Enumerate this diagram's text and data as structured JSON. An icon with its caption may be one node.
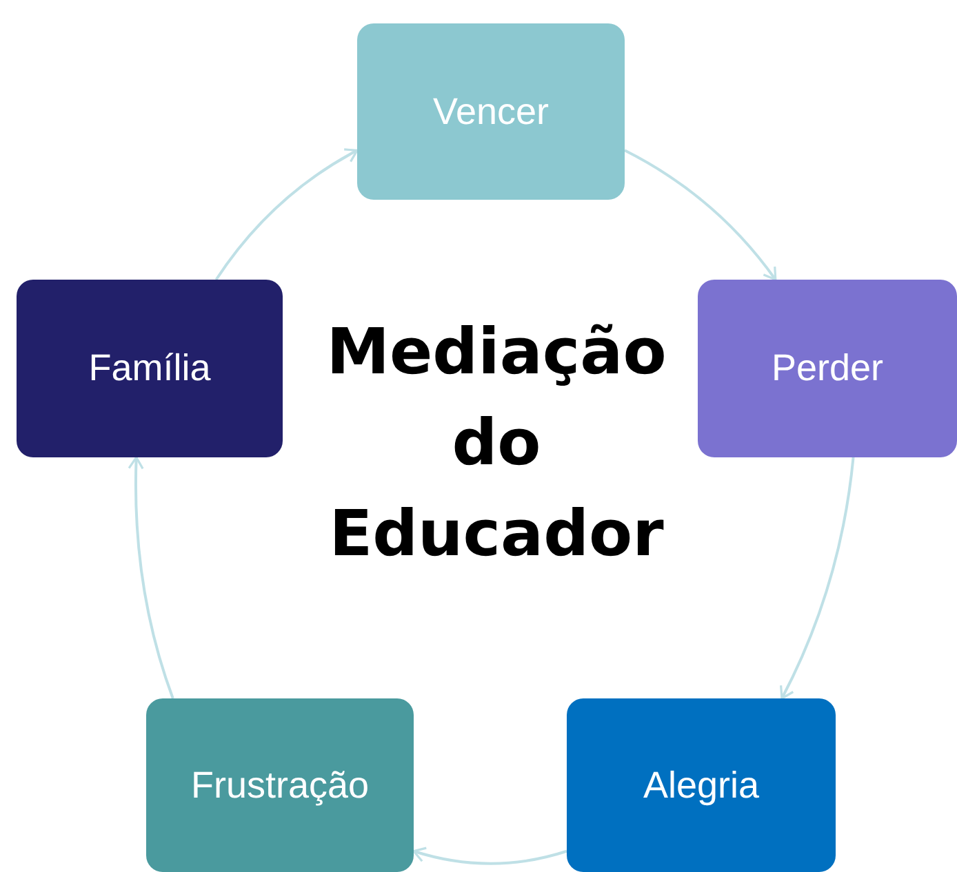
{
  "diagram": {
    "title": "Mediação do Educador",
    "nodes": [
      {
        "text": [
          "Vencer"
        ]
      },
      {
        "text": [
          "Perder"
        ]
      },
      {
        "text": [
          "Alegria"
        ]
      },
      {
        "text": [
          "Frustração"
        ]
      },
      {
        "text": [
          "Família"
        ]
      }
    ],
    "edges": [
      {
        "from": 0,
        "to": 1,
        "arrow": "to"
      },
      {
        "from": 1,
        "to": 2,
        "arrow": "to"
      },
      {
        "from": 2,
        "to": 3,
        "arrow": "to"
      },
      {
        "from": 3,
        "to": 4,
        "arrow": "to"
      },
      {
        "from": 4,
        "to": 0,
        "arrow": "to"
      }
    ]
  }
}
